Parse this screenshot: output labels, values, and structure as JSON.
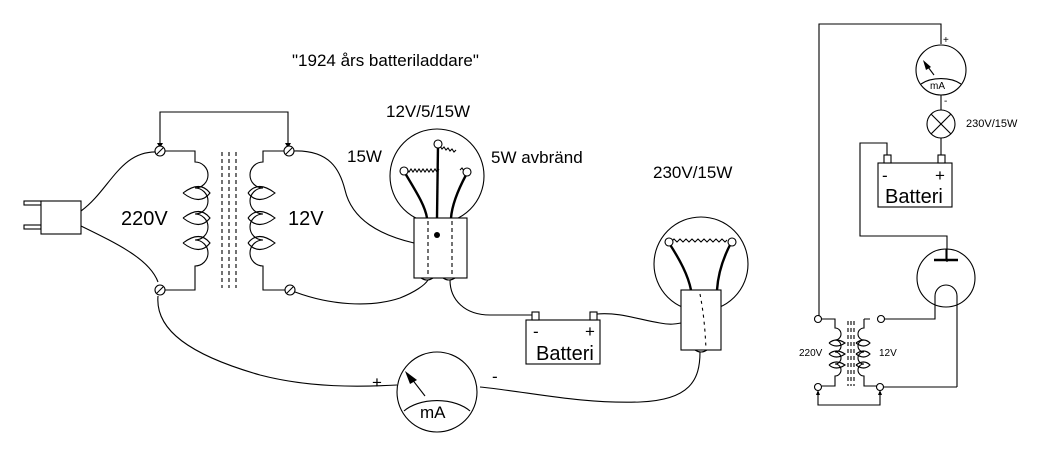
{
  "title": "\"1924 års batteriladdare\"",
  "main_diagram": {
    "transformer": {
      "primary_label": "220V",
      "secondary_label": "12V"
    },
    "small_bulb": {
      "rating_label": "12V/5/15W",
      "left_filament_label": "15W",
      "right_filament_label": "5W avbränd"
    },
    "large_bulb": {
      "rating_label": "230V/15W"
    },
    "battery": {
      "label": "Batteri",
      "minus": "-",
      "plus": "+"
    },
    "ammeter": {
      "unit": "mA",
      "plus": "+",
      "minus": "-"
    }
  },
  "side_diagram": {
    "ammeter": {
      "unit": "mA",
      "plus": "+",
      "minus": "-"
    },
    "lamp": {
      "rating_label": "230V/15W"
    },
    "battery": {
      "label": "Batteri",
      "minus": "-",
      "plus": "+"
    },
    "transformer": {
      "primary_label": "220V",
      "secondary_label": "12V"
    }
  }
}
